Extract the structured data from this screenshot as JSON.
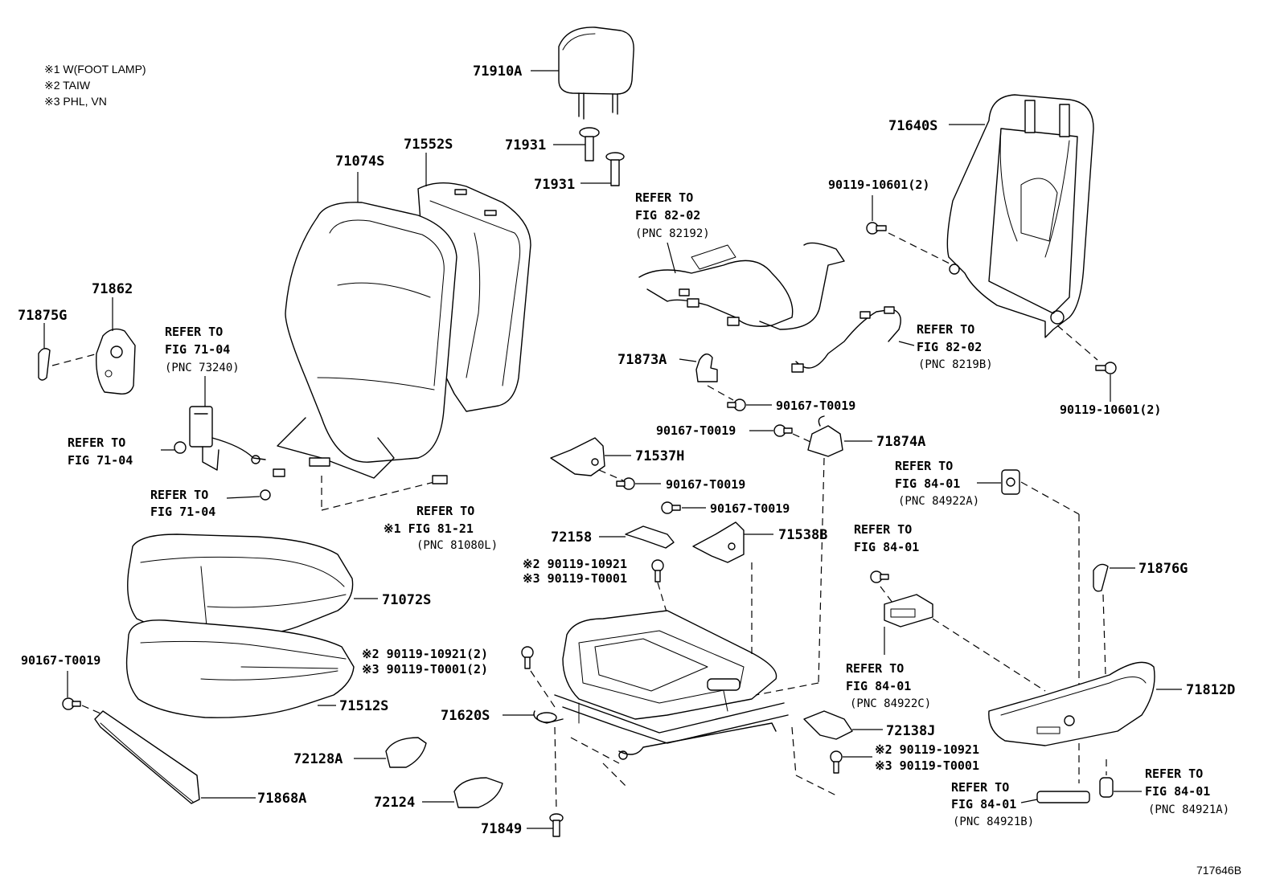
{
  "notes": [
    "※1 W(FOOT LAMP)",
    "※2 TAIW",
    "※3 PHL, VN"
  ],
  "figure_id": "717646B",
  "parts": {
    "p71910A": "71910A",
    "p71931a": "71931",
    "p71931b": "71931",
    "p71640S": "71640S",
    "p71074S": "71074S",
    "p71552S": "71552S",
    "p71862": "71862",
    "p71875G": "71875G",
    "p71873A": "71873A",
    "p71874A": "71874A",
    "p71537H": "71537H",
    "p71538B": "71538B",
    "p72158": "72158",
    "p71072S": "71072S",
    "p71512S": "71512S",
    "p71620S": "71620S",
    "p71868A": "71868A",
    "p72128A": "72128A",
    "p72124": "72124",
    "p71849": "71849",
    "p72138J": "72138J",
    "p71876G": "71876G",
    "p71812D": "71812D",
    "b10601a": "90119-10601(2)",
    "b10601b": "90119-10601(2)",
    "t0019a": "90167-T0019",
    "t0019b": "90167-T0019",
    "t0019c": "90167-T0019",
    "t0019d": "90167-T0019",
    "t0019e": "90167-T0019",
    "b2a": "※2 90119-10921",
    "b3a": "※3 90119-T0001",
    "b2b": "※2 90119-10921(2)",
    "b3b": "※3 90119-T0001(2)",
    "b2c": "※2 90119-10921",
    "b3c": "※3 90119-T0001"
  },
  "refs": {
    "r1": [
      "REFER TO",
      "FIG 82-02",
      "(PNC 82192)"
    ],
    "r2": [
      "REFER TO",
      "FIG 82-02",
      "(PNC 8219B)"
    ],
    "r3": [
      "REFER TO",
      "FIG 71-04",
      "(PNC 73240)"
    ],
    "r4": [
      "REFER TO",
      "FIG 71-04"
    ],
    "r5": [
      "REFER TO",
      "FIG 71-04"
    ],
    "r6": [
      "REFER TO",
      "※1  FIG 81-21",
      "(PNC 81080L)"
    ],
    "r7": [
      "REFER TO",
      "FIG 84-01",
      "(PNC 84922A)"
    ],
    "r8": [
      "REFER TO",
      "FIG 84-01"
    ],
    "r9": [
      "REFER TO",
      "FIG 84-01",
      "(PNC 84922C)"
    ],
    "r10": [
      "REFER TO",
      "FIG 84-01",
      "(PNC 84921B)"
    ],
    "r11": [
      "REFER TO",
      "FIG 84-01",
      "(PNC 84921A)"
    ]
  }
}
